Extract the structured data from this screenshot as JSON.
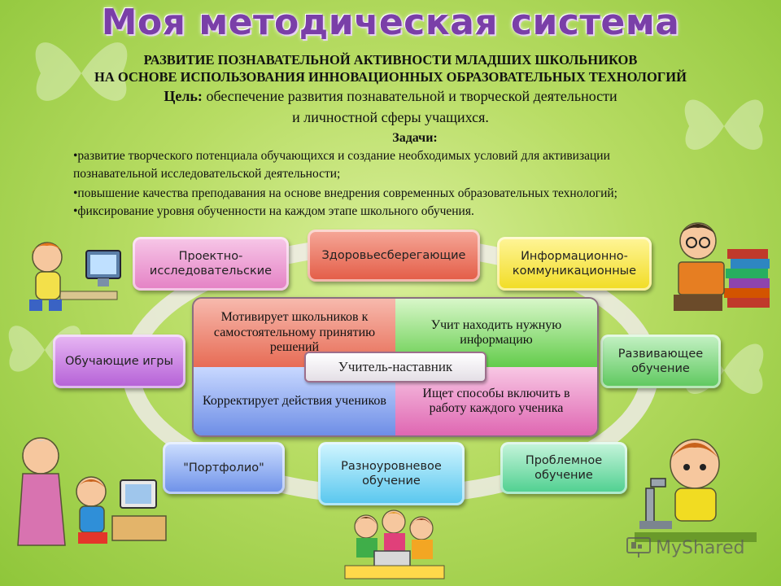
{
  "title": "Моя методическая система",
  "subtitle_line1": "РАЗВИТИЕ ПОЗНАВАТЕЛЬНОЙ АКТИВНОСТИ  МЛАДШИХ ШКОЛЬНИКОВ",
  "subtitle_line2": "НА ОСНОВЕ ИСПОЛЬЗОВАНИЯ  ИННОВАЦИОННЫХ ОБРАЗОВАТЕЛЬНЫХ ТЕХНОЛОГИЙ",
  "goal": {
    "label": "Цель:",
    "line1": " обеспечение развития познавательной и творческой деятельности",
    "line2": "и личностной сферы учащихся."
  },
  "tasks": {
    "label": "Задачи:",
    "items": [
      "•развитие творческого потенциала обучающихся и создание необходимых условий для активизации",
      "познавательной исследовательской деятельности;",
      "•повышение качества преподавания на основе внедрения современных образовательных технологий;",
      "•фиксирование уровня обученности на каждом этапе школьного обучения."
    ]
  },
  "technologies": {
    "project": "Проектно-исследовательские",
    "health": "Здоровьесберегающие",
    "ict": "Информационно-коммуникационные",
    "games": "Обучающие игры",
    "developing": "Развивающее обучение",
    "portfolio": "\"Портфолио\"",
    "multilevel": "Разноуровневое обучение",
    "problem": "Проблемное обучение"
  },
  "teacher": {
    "role": "Учитель-наставник",
    "q1": "Мотивирует школьников к самостоятельному принятию решений",
    "q2": "Учит находить нужную информацию",
    "q3": "Корректирует действия учеников",
    "q4": "Ищет способы включить в работу каждого ученика"
  },
  "watermark": "MyShared"
}
